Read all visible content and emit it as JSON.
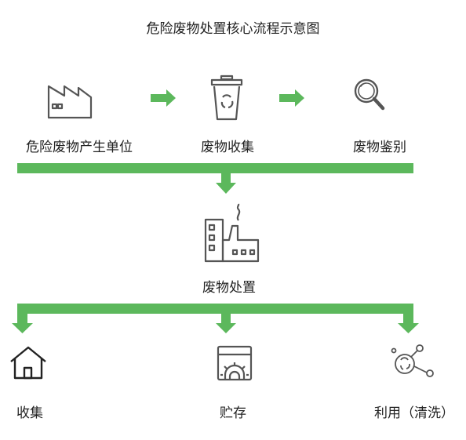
{
  "title": "危险废物处置核心流程示意图",
  "colors": {
    "accent": "#5cb85c",
    "icon": "#555555"
  },
  "nodes": {
    "producer": {
      "label": "危险废物产生单位",
      "icon": "factory-building-icon"
    },
    "collection": {
      "label": "废物收集",
      "icon": "recycle-bin-icon"
    },
    "identification": {
      "label": "废物鉴别",
      "icon": "magnifier-icon"
    },
    "disposal": {
      "label": "废物处置",
      "icon": "industrial-plant-icon"
    }
  },
  "outcomes": {
    "collect": {
      "label": "收集",
      "icon": "house-icon"
    },
    "store": {
      "label": "贮存",
      "icon": "storage-gear-icon"
    },
    "utilize": {
      "label": "利用（清洗）",
      "icon": "molecule-recycle-icon"
    }
  }
}
